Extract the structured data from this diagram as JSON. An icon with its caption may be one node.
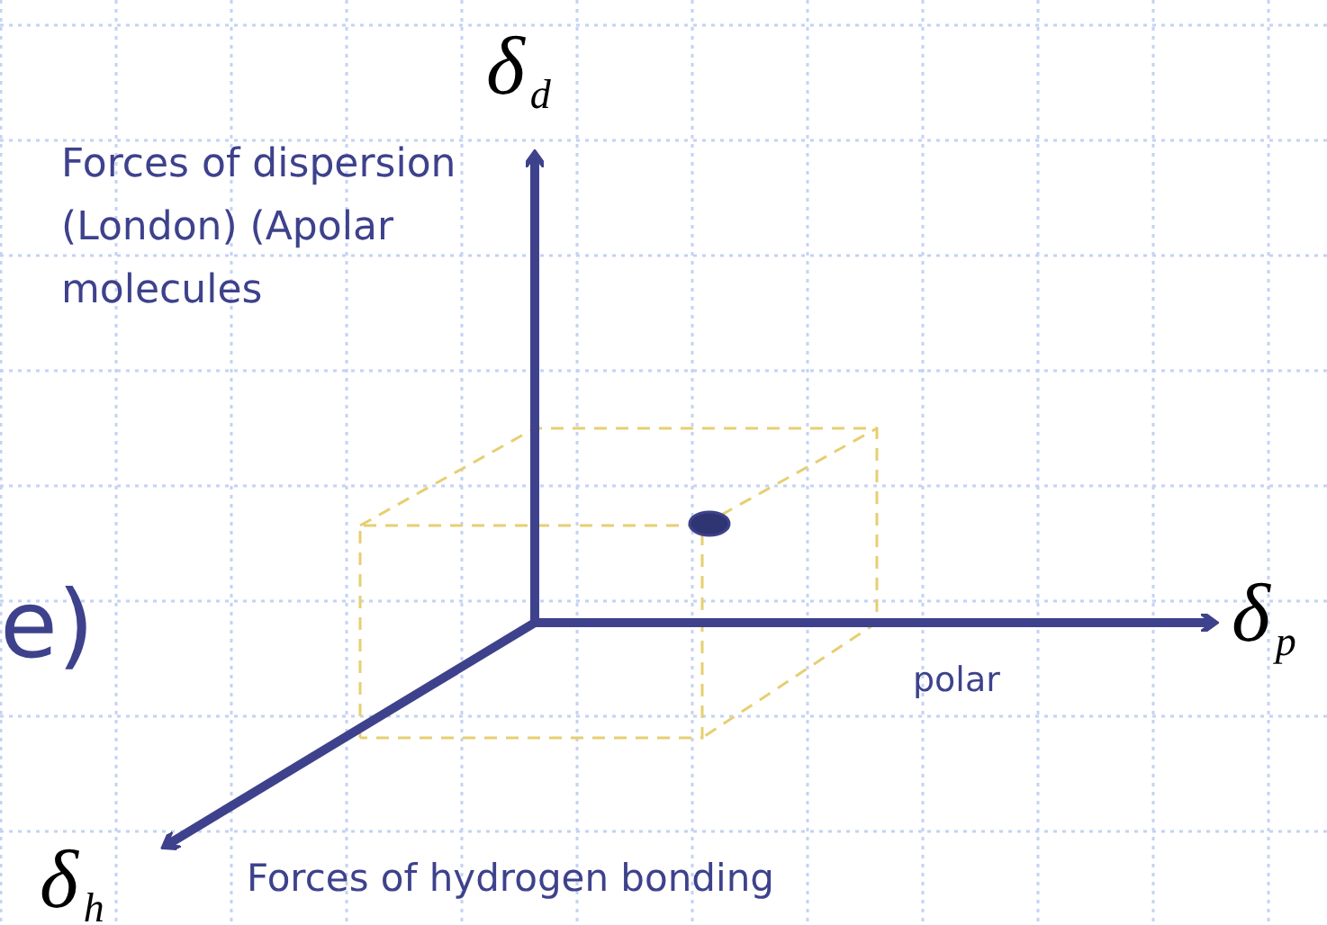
{
  "diagram": {
    "labels": [
      "δ$_{d}$",
      "Forces of dispersion (London) (Apolar molecules",
      "e)",
      "δ$_{p}$",
      "polar",
      "δ$_{h}$",
      "Forces of hydrogen bonding"
    ]
  }
}
